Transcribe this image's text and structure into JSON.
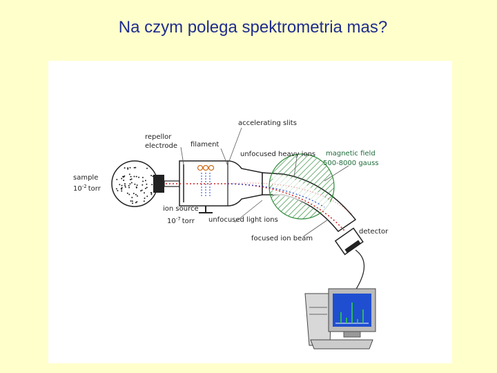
{
  "title": "Na czym polega spektrometria mas?",
  "labels": {
    "accelerating_slits": "accelerating slits",
    "repellor_1": "repellor",
    "repellor_2": "electrode",
    "filament": "filament",
    "unfocused_heavy": "unfocused heavy ions",
    "magnetic_field": "magnetic field",
    "field_strength": "500-8000 gauss",
    "sample": "sample",
    "sample_pressure_base": "10",
    "sample_pressure_exp": "-2",
    "sample_pressure_unit": "torr",
    "ion_source": "ion source",
    "source_pressure_base": "10",
    "source_pressure_exp": "-7",
    "source_pressure_unit": "torr",
    "unfocused_light": "unfocused light ions",
    "focused_beam": "focused ion beam",
    "detector": "detector"
  },
  "colors": {
    "title": "#1F2D8C",
    "background": "#FFFFCC",
    "field_label": "#1E6B3A",
    "magnet_hatch": "#2E8B3A",
    "beam_red": "#D02020",
    "beam_blue": "#2040D0",
    "filament": "#D07020"
  },
  "icons": {
    "computer": "computer-monitor-icon",
    "spectrum": "mass-spectrum-icon"
  }
}
